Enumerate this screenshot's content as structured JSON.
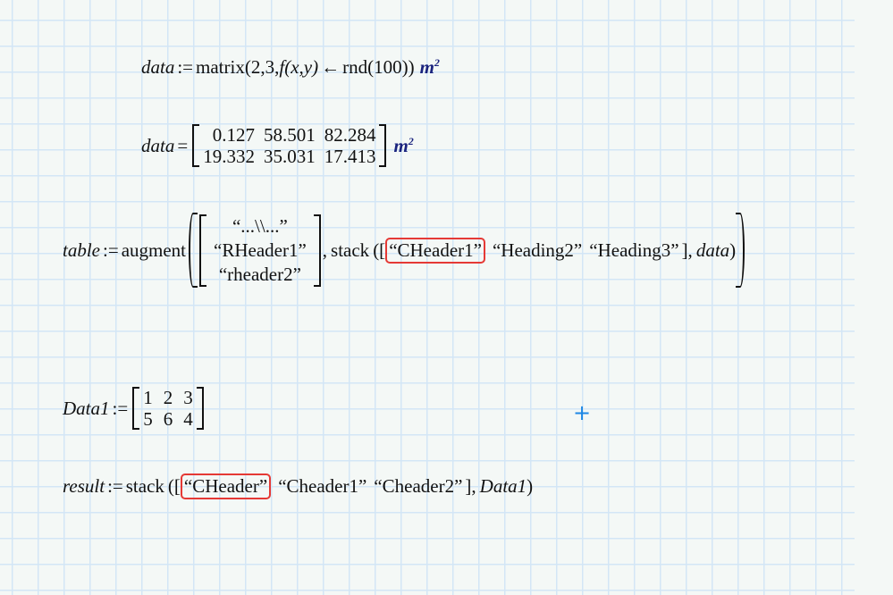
{
  "eq1": {
    "lhs": "data",
    "def": ":=",
    "fn": "matrix",
    "args": "(2,3,",
    "f": "f",
    "fargs": "(x,y)",
    "arrow": "←",
    "rnd": "rnd(100))",
    "unit": "m",
    "exp": "2"
  },
  "eq2": {
    "lhs": "data",
    "eq": "=",
    "rows": [
      [
        "0.127",
        "58.501",
        "82.284"
      ],
      [
        "19.332",
        "35.031",
        "17.413"
      ]
    ],
    "unit": "m",
    "exp": "2"
  },
  "eq3": {
    "lhs": "table",
    "def": ":=",
    "fn": "augment",
    "col": [
      "“...\\\\...”",
      "“RHeader1”",
      "“rheader2”"
    ],
    "sep": ",",
    "stack": "stack",
    "open": "([",
    "h1": "“CHeader1”",
    "h2": "“Heading2”",
    "h3": "“Heading3”",
    "close": "],",
    "arg": "data",
    "end": ")"
  },
  "eq4": {
    "lhs": "Data1",
    "def": ":=",
    "rows": [
      [
        "1",
        "2",
        "3"
      ],
      [
        "5",
        "6",
        "4"
      ]
    ]
  },
  "eq5": {
    "lhs": "result",
    "def": ":=",
    "stack": "stack",
    "open": "([",
    "h1": "“CHeader”",
    "h2": "“Cheader1”",
    "h3": "“Cheader2”",
    "close": "],",
    "arg": "Data1",
    "end": ")"
  },
  "cursor": "+"
}
